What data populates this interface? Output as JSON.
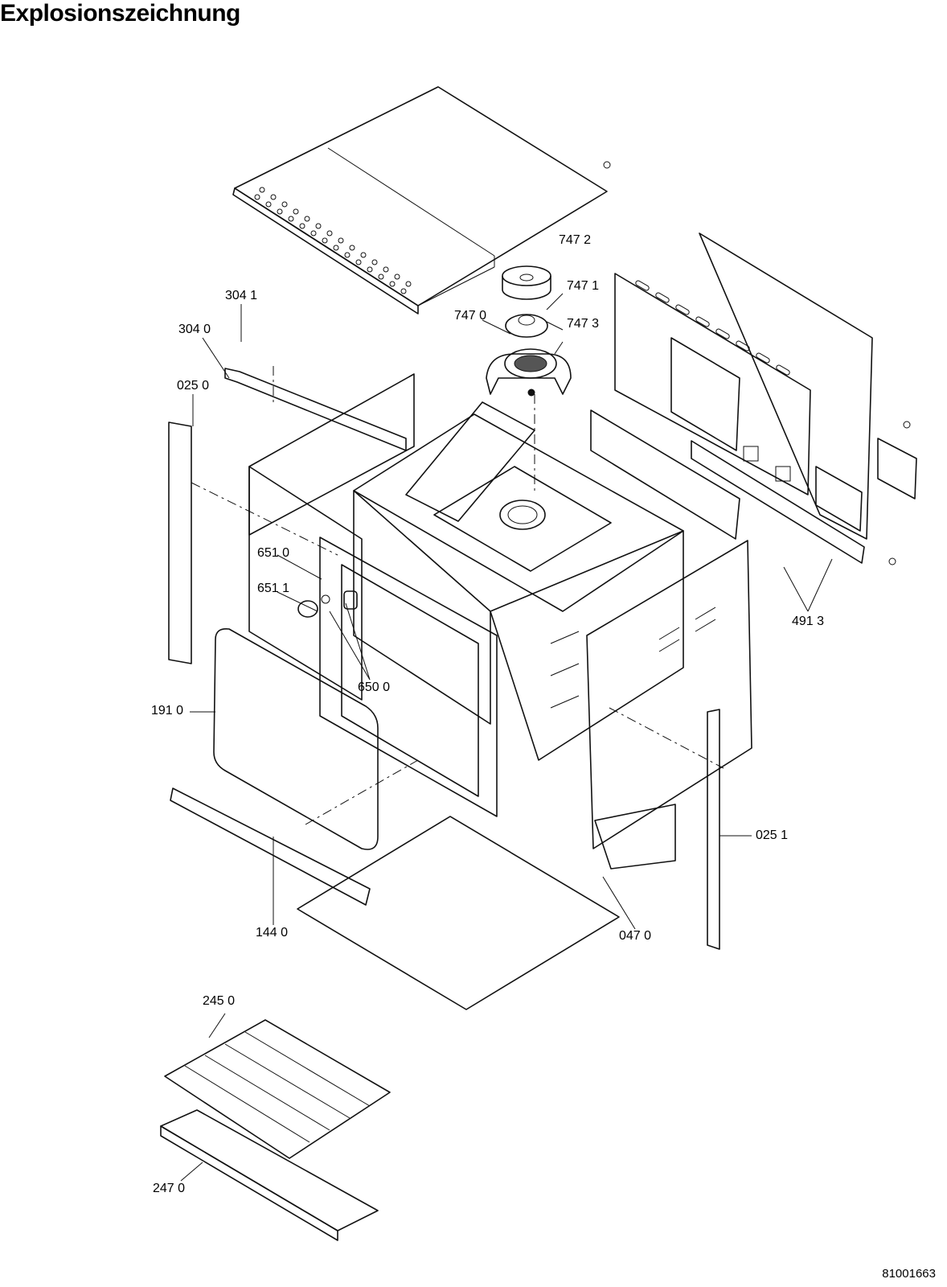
{
  "page": {
    "title": "Explosionszeichnung",
    "document_number": "81001663"
  },
  "callouts": [
    "747 2",
    "747 1",
    "747 0",
    "747 3",
    "304 1",
    "304 0",
    "025 0",
    "651 0",
    "651 1",
    "650 0",
    "191 0",
    "491 3",
    "025 1",
    "144 0",
    "047 0",
    "245 0",
    "247 0"
  ]
}
